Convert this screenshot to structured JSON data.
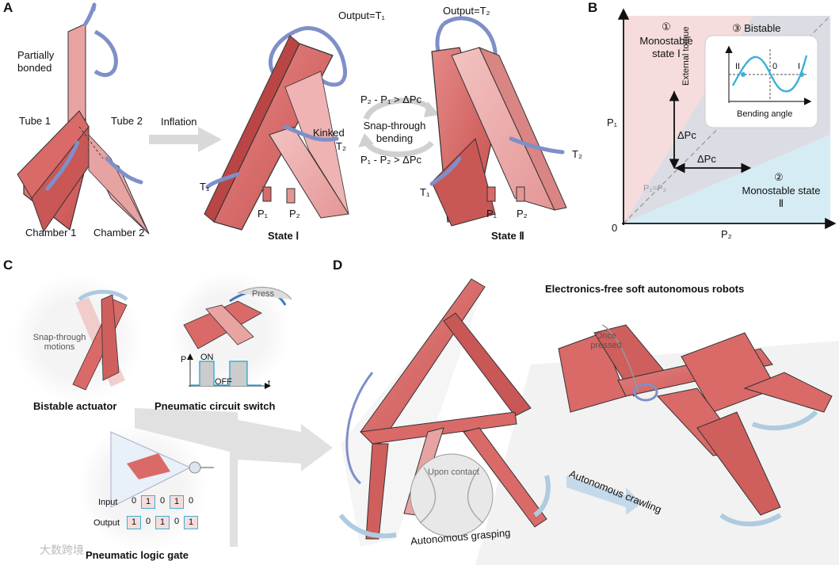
{
  "panels": {
    "a": "A",
    "b": "B",
    "c": "C",
    "d": "D"
  },
  "panel_a": {
    "partially_bonded": "Partially bonded",
    "tube1": "Tube 1",
    "tube2": "Tube 2",
    "chamber1": "Chamber 1",
    "chamber2": "Chamber 2",
    "inflation": "Inflation",
    "output_t1": "Output=T₁",
    "output_t2": "Output=T₂",
    "kinked": "Kinked",
    "t1": "T₁",
    "t2": "T₂",
    "p1": "P₁",
    "p2": "P₂",
    "cond_top": "P₂ - P₁ > ΔPc",
    "snap": "Snap-through bending",
    "cond_bottom": "P₁ - P₂ > ΔPc",
    "state1": "State Ⅰ",
    "state2": "State Ⅱ"
  },
  "panel_b": {
    "ylabel": "P₁",
    "xlabel": "P₂",
    "origin": "0",
    "region1_num": "①",
    "region1": "Monostable state Ⅰ",
    "region3": "③ Bistable",
    "region2_num": "②",
    "region2": "Monostable state Ⅱ",
    "delta_pc_v": "ΔPc",
    "delta_pc_h": "ΔPc",
    "diag": "P₁=P₂",
    "inset_ylabel": "External torque",
    "inset_xlabel": "Bending angle",
    "inset_I": "I",
    "inset_II": "II",
    "inset_0": "0",
    "colors": {
      "region1": "#f6dcdc",
      "region2": "#d6ecf5",
      "bistable": "#dcdde4",
      "curve": "#3ab0d6"
    }
  },
  "panel_c": {
    "snap_motions": "Snap-through motions",
    "bistable_actuator": "Bistable actuator",
    "switch": "Pneumatic circuit switch",
    "press": "Press",
    "on": "ON",
    "off": "OFF",
    "p_axis": "P",
    "t_axis": "t",
    "logic_gate": "Pneumatic logic gate",
    "input_label": "Input",
    "output_label": "Output",
    "input_bits": [
      "0",
      "1",
      "0",
      "1",
      "0"
    ],
    "output_bits": [
      "1",
      "0",
      "1",
      "0",
      "1"
    ]
  },
  "panel_d": {
    "title": "Electronics-free soft autonomous robots",
    "once_pressed": "Once pressed",
    "upon_contact": "Upon contact",
    "autonomous_grasping": "Autonomous grasping",
    "autonomous_crawling": "Autonomous crawling"
  },
  "watermark": "大数跨境"
}
